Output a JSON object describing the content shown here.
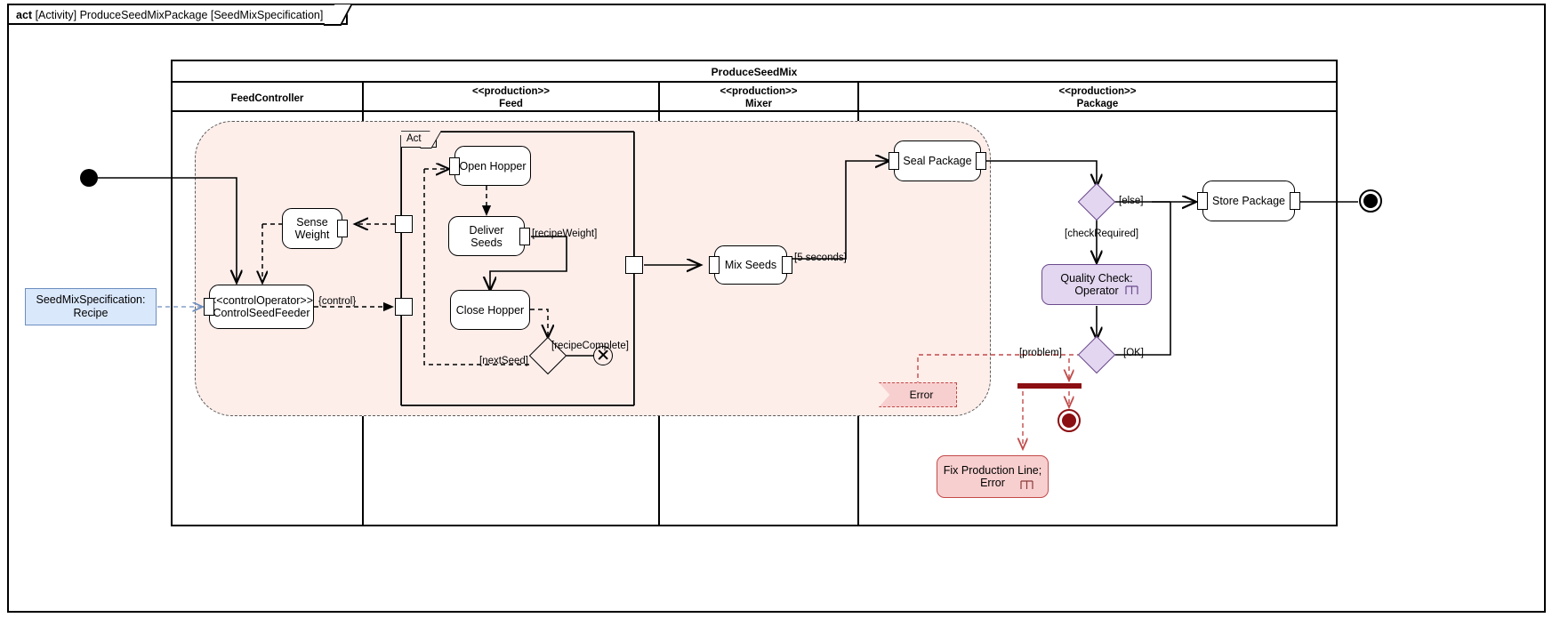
{
  "frame": {
    "keyword": "act",
    "title": "[Activity] ProduceSeedMixPackage [SeedMixSpecification]"
  },
  "partition": {
    "title": "ProduceSeedMix",
    "lanes": [
      {
        "stereotype": "",
        "name": "FeedController"
      },
      {
        "stereotype": "<<production>>",
        "name": "Feed"
      },
      {
        "stereotype": "<<production>>",
        "name": "Mixer"
      },
      {
        "stereotype": "<<production>>",
        "name": "Package"
      }
    ]
  },
  "structured_node": {
    "label": "Act"
  },
  "nodes": {
    "object_recipe": {
      "line1": "SeedMixSpecification:",
      "line2": "Recipe"
    },
    "control_seed_feeder": {
      "line1": "<<controlOperator>>",
      "line2": "ControlSeedFeeder"
    },
    "sense_weight": {
      "line1": "Sense",
      "line2": "Weight"
    },
    "open_hopper": {
      "label": "Open Hopper"
    },
    "deliver_seeds": {
      "label": "Deliver Seeds"
    },
    "close_hopper": {
      "label": "Close Hopper"
    },
    "mix_seeds": {
      "label": "Mix Seeds"
    },
    "seal_package": {
      "label": "Seal Package"
    },
    "store_package": {
      "label": "Store Package"
    },
    "quality_check": {
      "line1": "Quality Check:",
      "line2": "Operator"
    },
    "error_signal": {
      "label": "Error"
    },
    "fix_production_line": {
      "line1": "Fix Production Line;",
      "line2": "Error"
    }
  },
  "edge_labels": {
    "control": "{control}",
    "recipe_weight": "[recipeWeight]",
    "next_seed": "[nextSeed]",
    "recipe_complete": "[recipeComplete]",
    "five_seconds": "[5 seconds]",
    "else": "[else]",
    "check_required": "[checkRequired]",
    "ok": "[OK]",
    "problem": "[problem]"
  },
  "icons": {
    "initial": "initial-node-icon",
    "final": "activity-final-icon",
    "flow_final": "flow-final-icon",
    "decision": "decision-diamond-icon",
    "rake": "call-behavior-rake-icon"
  },
  "colors": {
    "region_fill": "#fdeeea",
    "object_fill": "#dae8fc",
    "object_stroke": "#6c8ebf",
    "purple_fill": "#e3d6f0",
    "purple_stroke": "#6b4a8c",
    "error_fill": "#f8cfcf",
    "error_stroke": "#c24a4a",
    "dark_red": "#8c0f12"
  }
}
